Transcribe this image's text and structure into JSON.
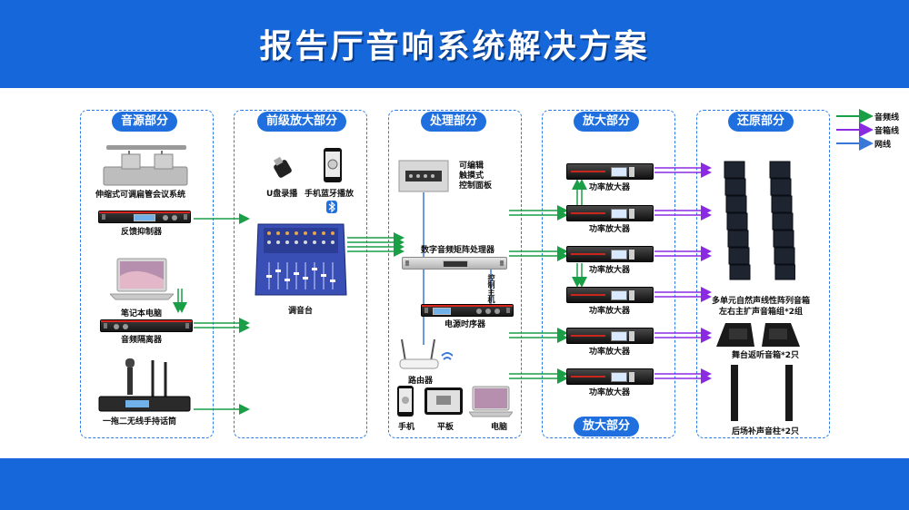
{
  "title": "报告厅音响系统解决方案",
  "sections": {
    "source": "音源部分",
    "preamp": "前级放大部分",
    "process": "处理部分",
    "amp": "放大部分",
    "amp_bottom": "放大部分",
    "restore": "还原部分"
  },
  "devices": {
    "conference": "伸缩式可调扁管会议系统",
    "feedback": "反馈抑制器",
    "laptop": "笔记本电脑",
    "isolator": "音频隔离器",
    "wireless_mic": "一拖二无线手持话筒",
    "usb": "U盘录播",
    "bt_phone": "手机蓝牙播放",
    "mixer": "调音台",
    "panel": "可编辑\n触摸式\n控制面板",
    "dsp": "数字音频矩阵处理器",
    "control_host": "控制主机",
    "sequencer": "电源时序器",
    "router": "路由器",
    "phone": "手机",
    "tablet": "平板",
    "computer": "电脑",
    "amp_label": "功率放大器",
    "line_array": "多单元自然声线性阵列音箱\n左右主扩声音箱组*2组",
    "monitor": "舞台返听音箱*2只",
    "column": "后场补声音柱*2只"
  },
  "legend": {
    "audio": "音频线",
    "speaker": "音箱线",
    "network": "网线"
  },
  "colors": {
    "brand_blue": "#1667d9",
    "audio_line": "#1a9e46",
    "speaker_line": "#8a2be2",
    "network_line": "#3a78d8"
  }
}
